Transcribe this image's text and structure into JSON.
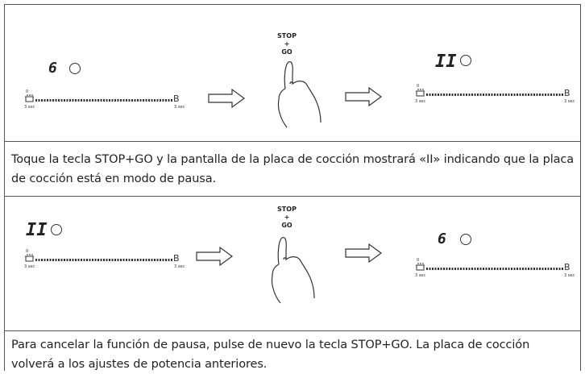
{
  "panel1": {
    "left_display": {
      "digit": "6"
    },
    "right_display": {
      "digit": "II"
    },
    "bar_start": "0",
    "bar_end": "B",
    "bar_sub_left": "3 sec",
    "bar_sub_right": "3 sec",
    "stop": "STOP",
    "plus": "+",
    "go": "GO",
    "caption": "Toque la tecla STOP+GO y la pantalla de la placa de cocción mostrará «II» indicando que la placa de cocción está en modo de pausa."
  },
  "panel2": {
    "left_display": {
      "digit": "II"
    },
    "right_display": {
      "digit": "6"
    },
    "bar_start": "0",
    "bar_end": "B",
    "bar_sub_left": "3 sec",
    "bar_sub_right": "3 sec",
    "stop": "STOP",
    "plus": "+",
    "go": "GO",
    "caption": "Para cancelar la función de pausa, pulse de nuevo la tecla STOP+GO. La placa de cocción volverá a los ajustes de potencia anteriores."
  }
}
